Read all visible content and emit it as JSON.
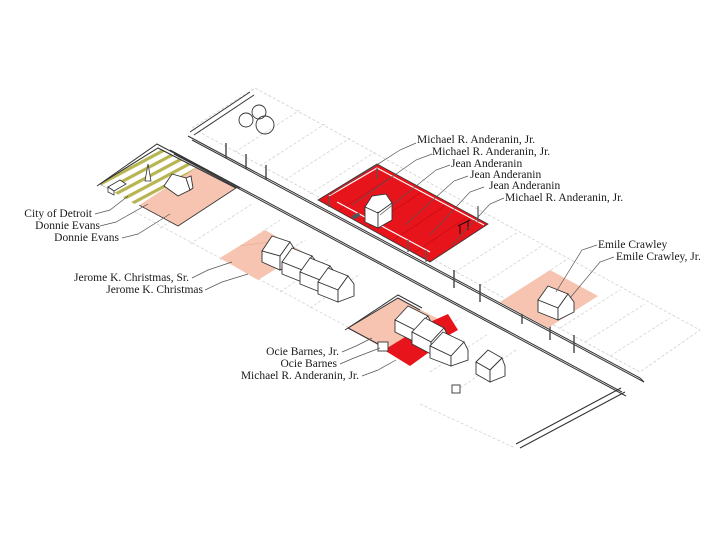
{
  "colors": {
    "owned_red": "#e8141b",
    "owned_pink": "#f6c4b0",
    "hatch_green": "#b7b552",
    "line": "#333333",
    "lot_line": "#c8c8c8",
    "background": "#ffffff"
  },
  "labels": {
    "center_block": [
      "Michael R. Anderanin, Jr.",
      "Michael R. Anderanin, Jr.",
      "Jean Anderanin",
      "Jean Anderanin",
      "Jean Anderanin",
      "Michael R. Anderanin, Jr."
    ],
    "left_corner": [
      "City of Detroit",
      "Donnie Evans",
      "Donnie Evans"
    ],
    "christmas": [
      "Jerome K. Christmas, Sr.",
      "Jerome K. Christmas"
    ],
    "barnes": [
      "Ocie Barnes, Jr.",
      "Ocie Barnes",
      "Michael R. Anderanin, Jr."
    ],
    "crawley": [
      "Emile Crawley",
      "Emile Crawley, Jr."
    ]
  },
  "legend_icons": {
    "tree": "tree-canopy-icon",
    "house": "house-icon",
    "pole": "utility-pole-icon"
  }
}
